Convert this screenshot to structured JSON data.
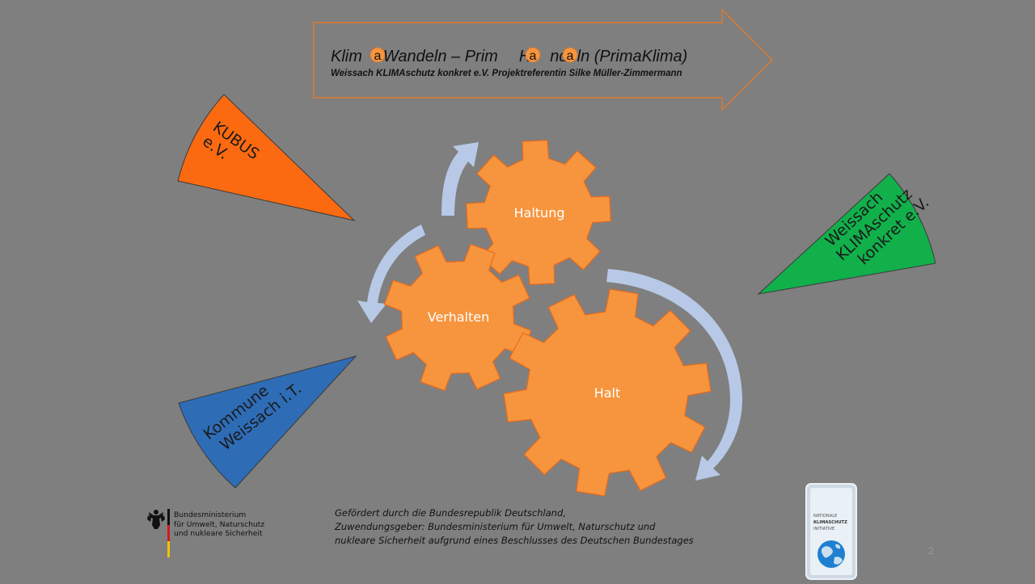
{
  "header": {
    "title_parts": [
      "Klim",
      "Wandeln – Prim",
      "H",
      "ndeln (PrimaKlima)"
    ],
    "badge_letter": "a",
    "subtitle": "Weissach KLIMAschutz konkret e.V. Projektreferentin Silke Müller-Zimmermann"
  },
  "gears": {
    "top": "Haltung",
    "middle": "Verhalten",
    "bottom": "Halt"
  },
  "sectors": {
    "kubus": [
      "KUBUS",
      "e.V."
    ],
    "weissach": [
      "Weissach",
      "KLIMAschutz",
      "konkret e.V."
    ],
    "kommune": [
      "Kommune",
      "Weissach i.T."
    ]
  },
  "funding_text": [
    "Gefördert durch die Bundesrepublik Deutschland,",
    "Zuwendungsgeber: Bundesministerium für Umwelt, Naturschutz und",
    "nukleare Sicherheit aufgrund eines Beschlusses des Deutschen Bundestages"
  ],
  "ministry_logo": {
    "lines": [
      "Bundesministerium",
      "für Umwelt, Naturschutz",
      "und nukleare Sicherheit"
    ]
  },
  "nki_logo": {
    "lines": [
      "NATIONALE",
      "KLIMASCHUTZ",
      "INITIATIVE"
    ]
  },
  "slide_number": "2",
  "colors": {
    "background": "#7f7f7f",
    "gear": "#f7953e",
    "gear_stroke": "#e86b1a",
    "cycle_arrow": "#b7c9e6",
    "kubus": "#fb6a10",
    "weissach": "#11b04b",
    "kommune": "#2e6cb6",
    "header_outline": "#e07a2c"
  }
}
